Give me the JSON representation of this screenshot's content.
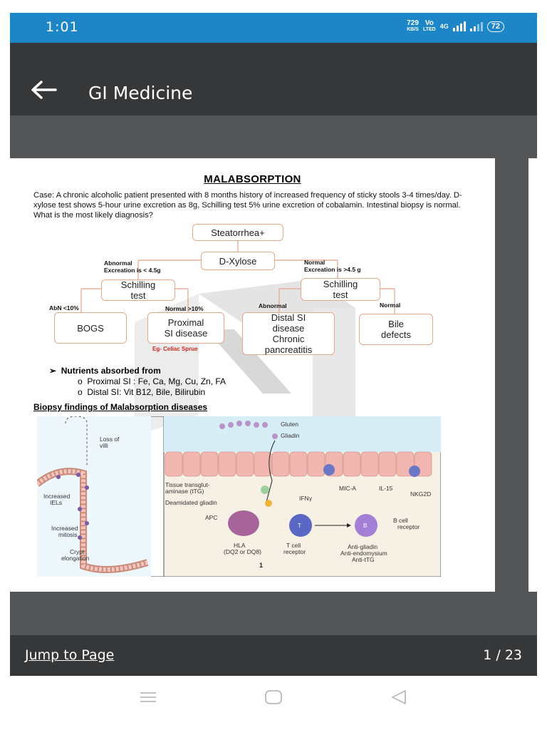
{
  "status_bar": {
    "time": "1:01",
    "speed_value": "729",
    "speed_unit": "KB/S",
    "volte_top": "Vo",
    "volte_bottom": "LTED",
    "network": "4G",
    "battery": "72"
  },
  "app_bar": {
    "title": "GI Medicine",
    "back_icon": "arrow-left-icon"
  },
  "document": {
    "title": "MALABSORPTION",
    "case_text": "Case: A chronic alcoholic patient presented with 8 months history of increased frequency of sticky stools 3-4 times/day. D-xylose test shows 5-hour urine excretion as 8g, Schilling test 5% urine excretion of cobalamin. Intestinal biopsy is normal. What is the most likely diagnosis?",
    "flowchart": {
      "steatorrhea": "Steatorrhea+",
      "dxylose": "D-Xylose",
      "abnormal_label_1": "Abnormal",
      "abnormal_label_2": "Excreation is < 4.5g",
      "normal_label_1": "Normal",
      "normal_label_2": "Excreation is >4.5 g",
      "schilling_left_1": "Schilling",
      "schilling_left_2": "test",
      "schilling_right_1": "Schilling",
      "schilling_right_2": "test",
      "abn_label": "AbN <10%",
      "normal10_label": "Normal >10%",
      "abnormal_label_right": "Abnormal",
      "normal_label_right": "Normal",
      "bogs": "BOGS",
      "proximal_1": "Proximal",
      "proximal_2": "SI disease",
      "celiac": "Eg- Celiac Sprue",
      "distal_1": "Distal SI",
      "distal_2": "disease",
      "distal_3": "Chronic",
      "distal_4": "pancreatitis",
      "bile_1": "Bile",
      "bile_2": "defects"
    },
    "nutrients_heading": "Nutrients absorbed from",
    "nutrients": [
      "Proximal SI : Fe, Ca, Mg, Cu, Zn, FA",
      "Distal SI: Vit B12, Bile, Bilirubin"
    ],
    "biopsy_heading": "Biopsy findings of Malabsorption diseases",
    "figure_labels": {
      "loss_of_villi_1": "Loss of",
      "loss_of_villi_2": "villi",
      "increased_iels_1": "Increased",
      "increased_iels_2": "IELs",
      "increased_mitosis_1": "Increased",
      "increased_mitosis_2": "mitosis",
      "crypt_1": "Crypt",
      "crypt_2": "elongation",
      "gluten": "Gluten",
      "gliadin": "Gliadin",
      "ttg_1": "Tissue transglut-",
      "ttg_2": "aminase (tTG)",
      "deamidated": "Deamidated gliadin",
      "ifn": "IFNγ",
      "mica": "MIC-A",
      "il15": "IL-15",
      "nkg2d": "NKG2D",
      "apc": "APC",
      "hla_1": "HLA",
      "hla_2": "(DQ2 or DQ8)",
      "tcr_1": "T cell",
      "tcr_2": "receptor",
      "bcr_1": "B cell",
      "bcr_2": "receptor",
      "anti_1": "Anti-gliadin",
      "anti_2": "Anti-endomysium",
      "anti_3": "Anti-tTG",
      "t_label": "T",
      "b_label": "B",
      "fig_number": "1"
    }
  },
  "bottom_bar": {
    "jump_label": "Jump to Page",
    "page_indicator": "1 / 23"
  },
  "nav_bar": {
    "recents_icon": "recents-icon",
    "home_icon": "home-icon",
    "back_icon": "back-triangle-icon"
  }
}
